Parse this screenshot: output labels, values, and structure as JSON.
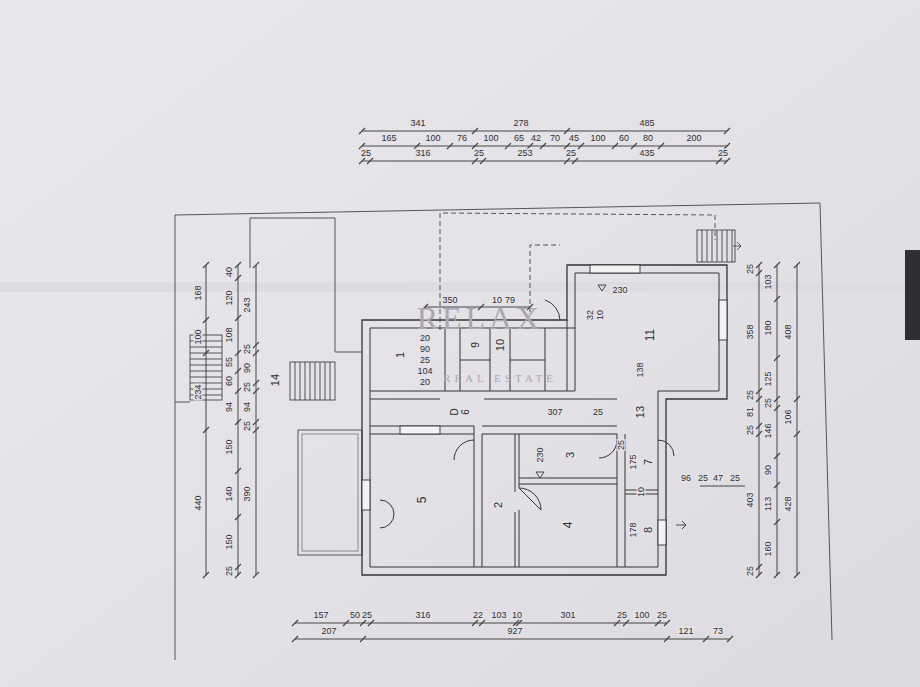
{
  "diagram": {
    "labels": [
      "341",
      "278",
      "485",
      "165",
      "100",
      "76",
      "100",
      "65",
      "42",
      "70",
      "45",
      "100",
      "60",
      "80",
      "200",
      "25",
      "316",
      "25",
      "253",
      "25",
      "435",
      "25",
      "RELAX",
      "REAL ESTATE",
      "168",
      "100",
      "234",
      "440",
      "40",
      "120",
      "108",
      "55",
      "60",
      "94",
      "150",
      "140",
      "150",
      "25",
      "243",
      "25",
      "90",
      "25",
      "94",
      "25",
      "390",
      "14",
      "20",
      "90",
      "25",
      "104",
      "20",
      "1",
      "350",
      "10",
      "79",
      "9",
      "10",
      "D",
      "6",
      "230",
      "32",
      "10",
      "11",
      "138",
      "307",
      "25",
      "13",
      "230",
      "3",
      "25",
      "175",
      "7",
      "96",
      "25",
      "47",
      "25",
      "10",
      "178",
      "8",
      "2",
      "5",
      "4",
      "157",
      "50",
      "25",
      "316",
      "22",
      "103",
      "10",
      "301",
      "25",
      "100",
      "25",
      "207",
      "927",
      "121",
      "73",
      "25",
      "358",
      "25",
      "81",
      "25",
      "403",
      "25",
      "103",
      "180",
      "125",
      "25",
      "146",
      "90",
      "113",
      "160",
      "408",
      "106",
      "428"
    ]
  }
}
